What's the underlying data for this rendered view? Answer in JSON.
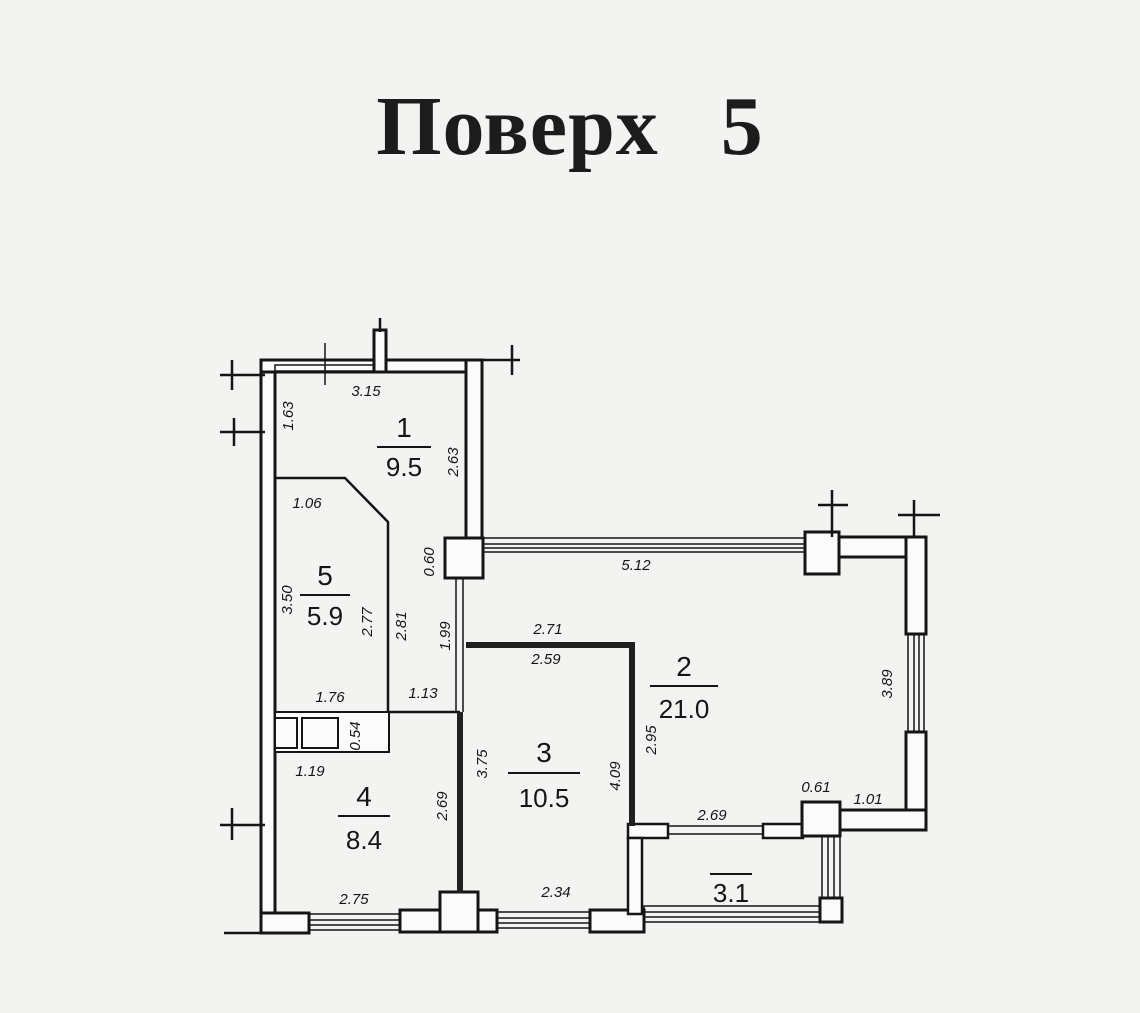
{
  "title": "Поверх 5",
  "rooms": [
    {
      "number": "1",
      "area": "9.5"
    },
    {
      "number": "2",
      "area": "21.0"
    },
    {
      "number": "3",
      "area": "10.5"
    },
    {
      "number": "4",
      "area": "8.4"
    },
    {
      "number": "5",
      "area": "5.9"
    },
    {
      "number": "",
      "area": "3.1"
    }
  ],
  "dimensions": [
    "3.15",
    "1.63",
    "2.63",
    "1.06",
    "3.50",
    "2.77",
    "2.81",
    "0.60",
    "5.12",
    "1.99",
    "2.71",
    "2.59",
    "1.76",
    "1.13",
    "0.54",
    "1.19",
    "3.75",
    "4.09",
    "2.95",
    "2.69",
    "3.89",
    "0.61",
    "1.01",
    "2.69",
    "2.75",
    "2.34"
  ]
}
